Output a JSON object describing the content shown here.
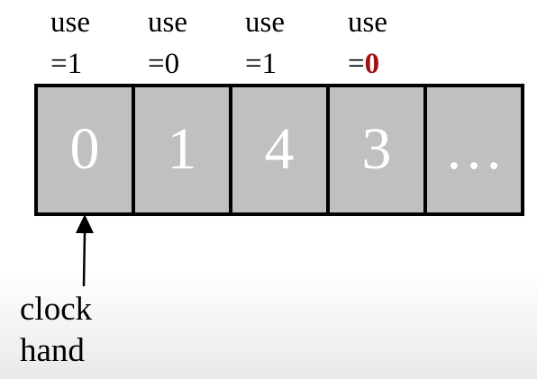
{
  "use_labels": [
    {
      "top": "use",
      "bottom_prefix": "=",
      "value": "1"
    },
    {
      "top": "use",
      "bottom_prefix": "=",
      "value": "0"
    },
    {
      "top": "use",
      "bottom_prefix": "=",
      "value": "1"
    },
    {
      "top": "use",
      "bottom_prefix": "=",
      "value": "0"
    }
  ],
  "frames": [
    "0",
    "1",
    "4",
    "3",
    "…"
  ],
  "caption": {
    "line1": "clock",
    "line2": "hand"
  },
  "colors": {
    "frame_fill": "#c0c0c0",
    "frame_text": "#ffffff",
    "highlight": "#a01010"
  }
}
